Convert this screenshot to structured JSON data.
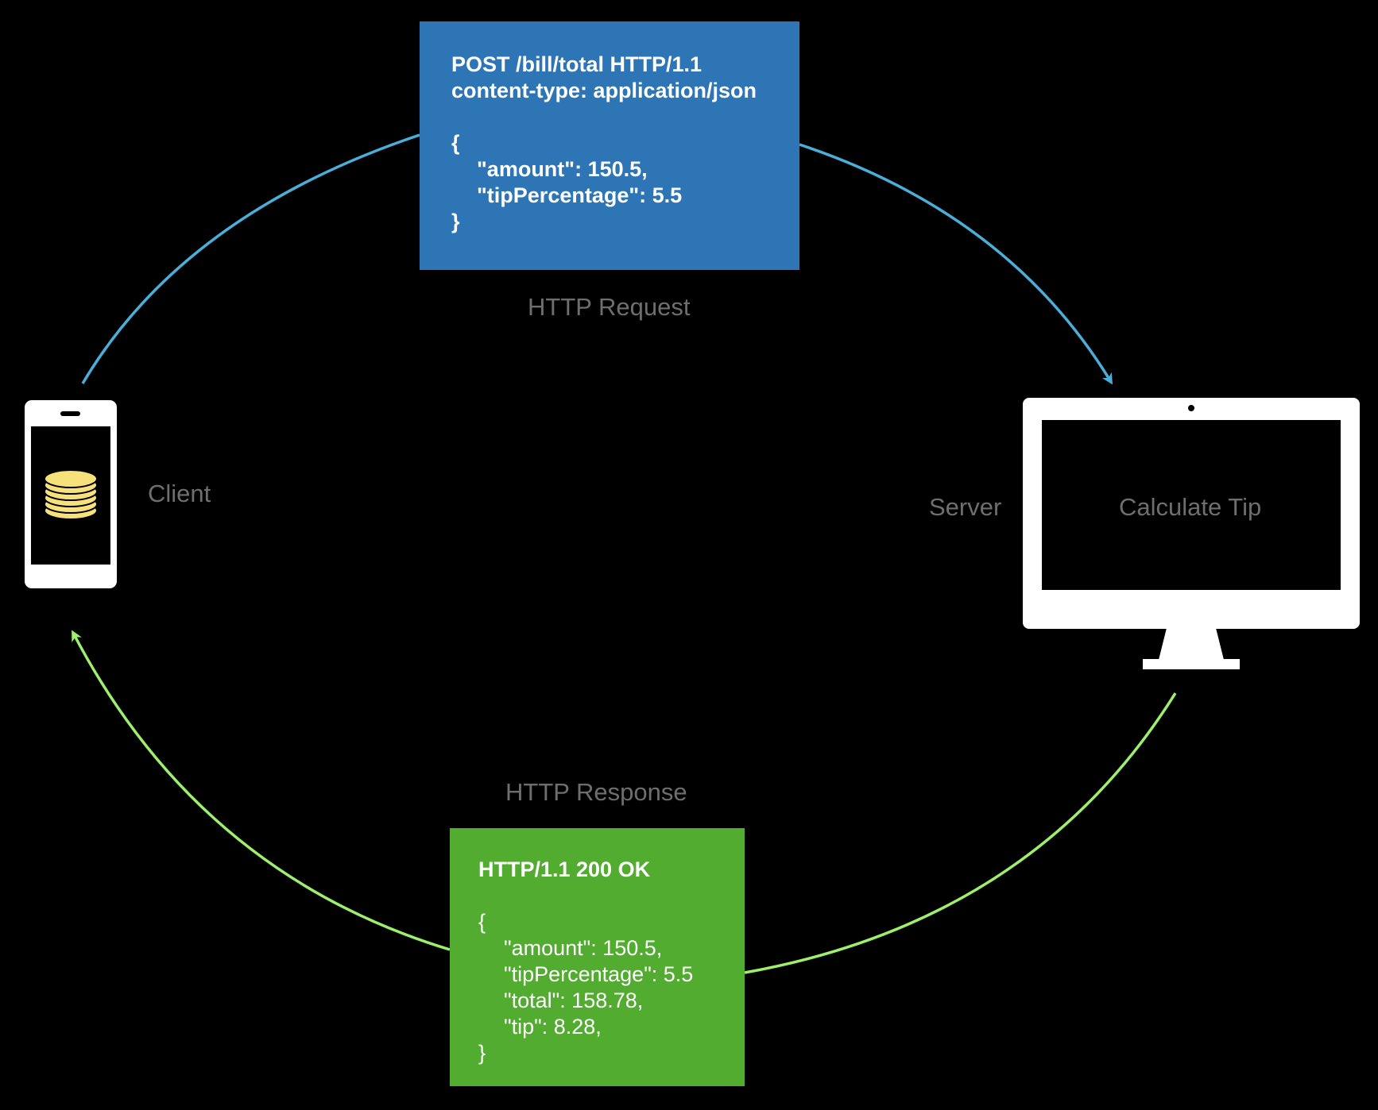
{
  "request": {
    "label": "HTTP Request",
    "lines": {
      "l1": "POST /bill/total HTTP/1.1",
      "l2": "content-type: application/json",
      "l3": "{",
      "l4": "\"amount\": 150.5,",
      "l5": "\"tipPercentage\": 5.5",
      "l6": "}"
    },
    "color": "#2e75b6",
    "arrow_color": "#4aaed9"
  },
  "response": {
    "label": "HTTP Response",
    "lines": {
      "l1": "HTTP/1.1 200 OK",
      "l2": "{",
      "l3": "\"amount\": 150.5,",
      "l4": "\"tipPercentage\": 5.5",
      "l5": "\"total\": 158.78,",
      "l6": "\"tip\": 8.28,",
      "l7": "}"
    },
    "color": "#52ac2f",
    "arrow_color": "#9ef06c"
  },
  "client": {
    "label": "Client",
    "icon": "phone-icon",
    "screen_icon": "coin-stack-icon",
    "coin_color": "#f7e17a"
  },
  "server": {
    "label": "Server",
    "icon": "monitor-icon",
    "screen_text": "Calculate Tip"
  },
  "colors": {
    "background": "#000000",
    "label_text": "#6e6e6e",
    "device": "#ffffff"
  }
}
